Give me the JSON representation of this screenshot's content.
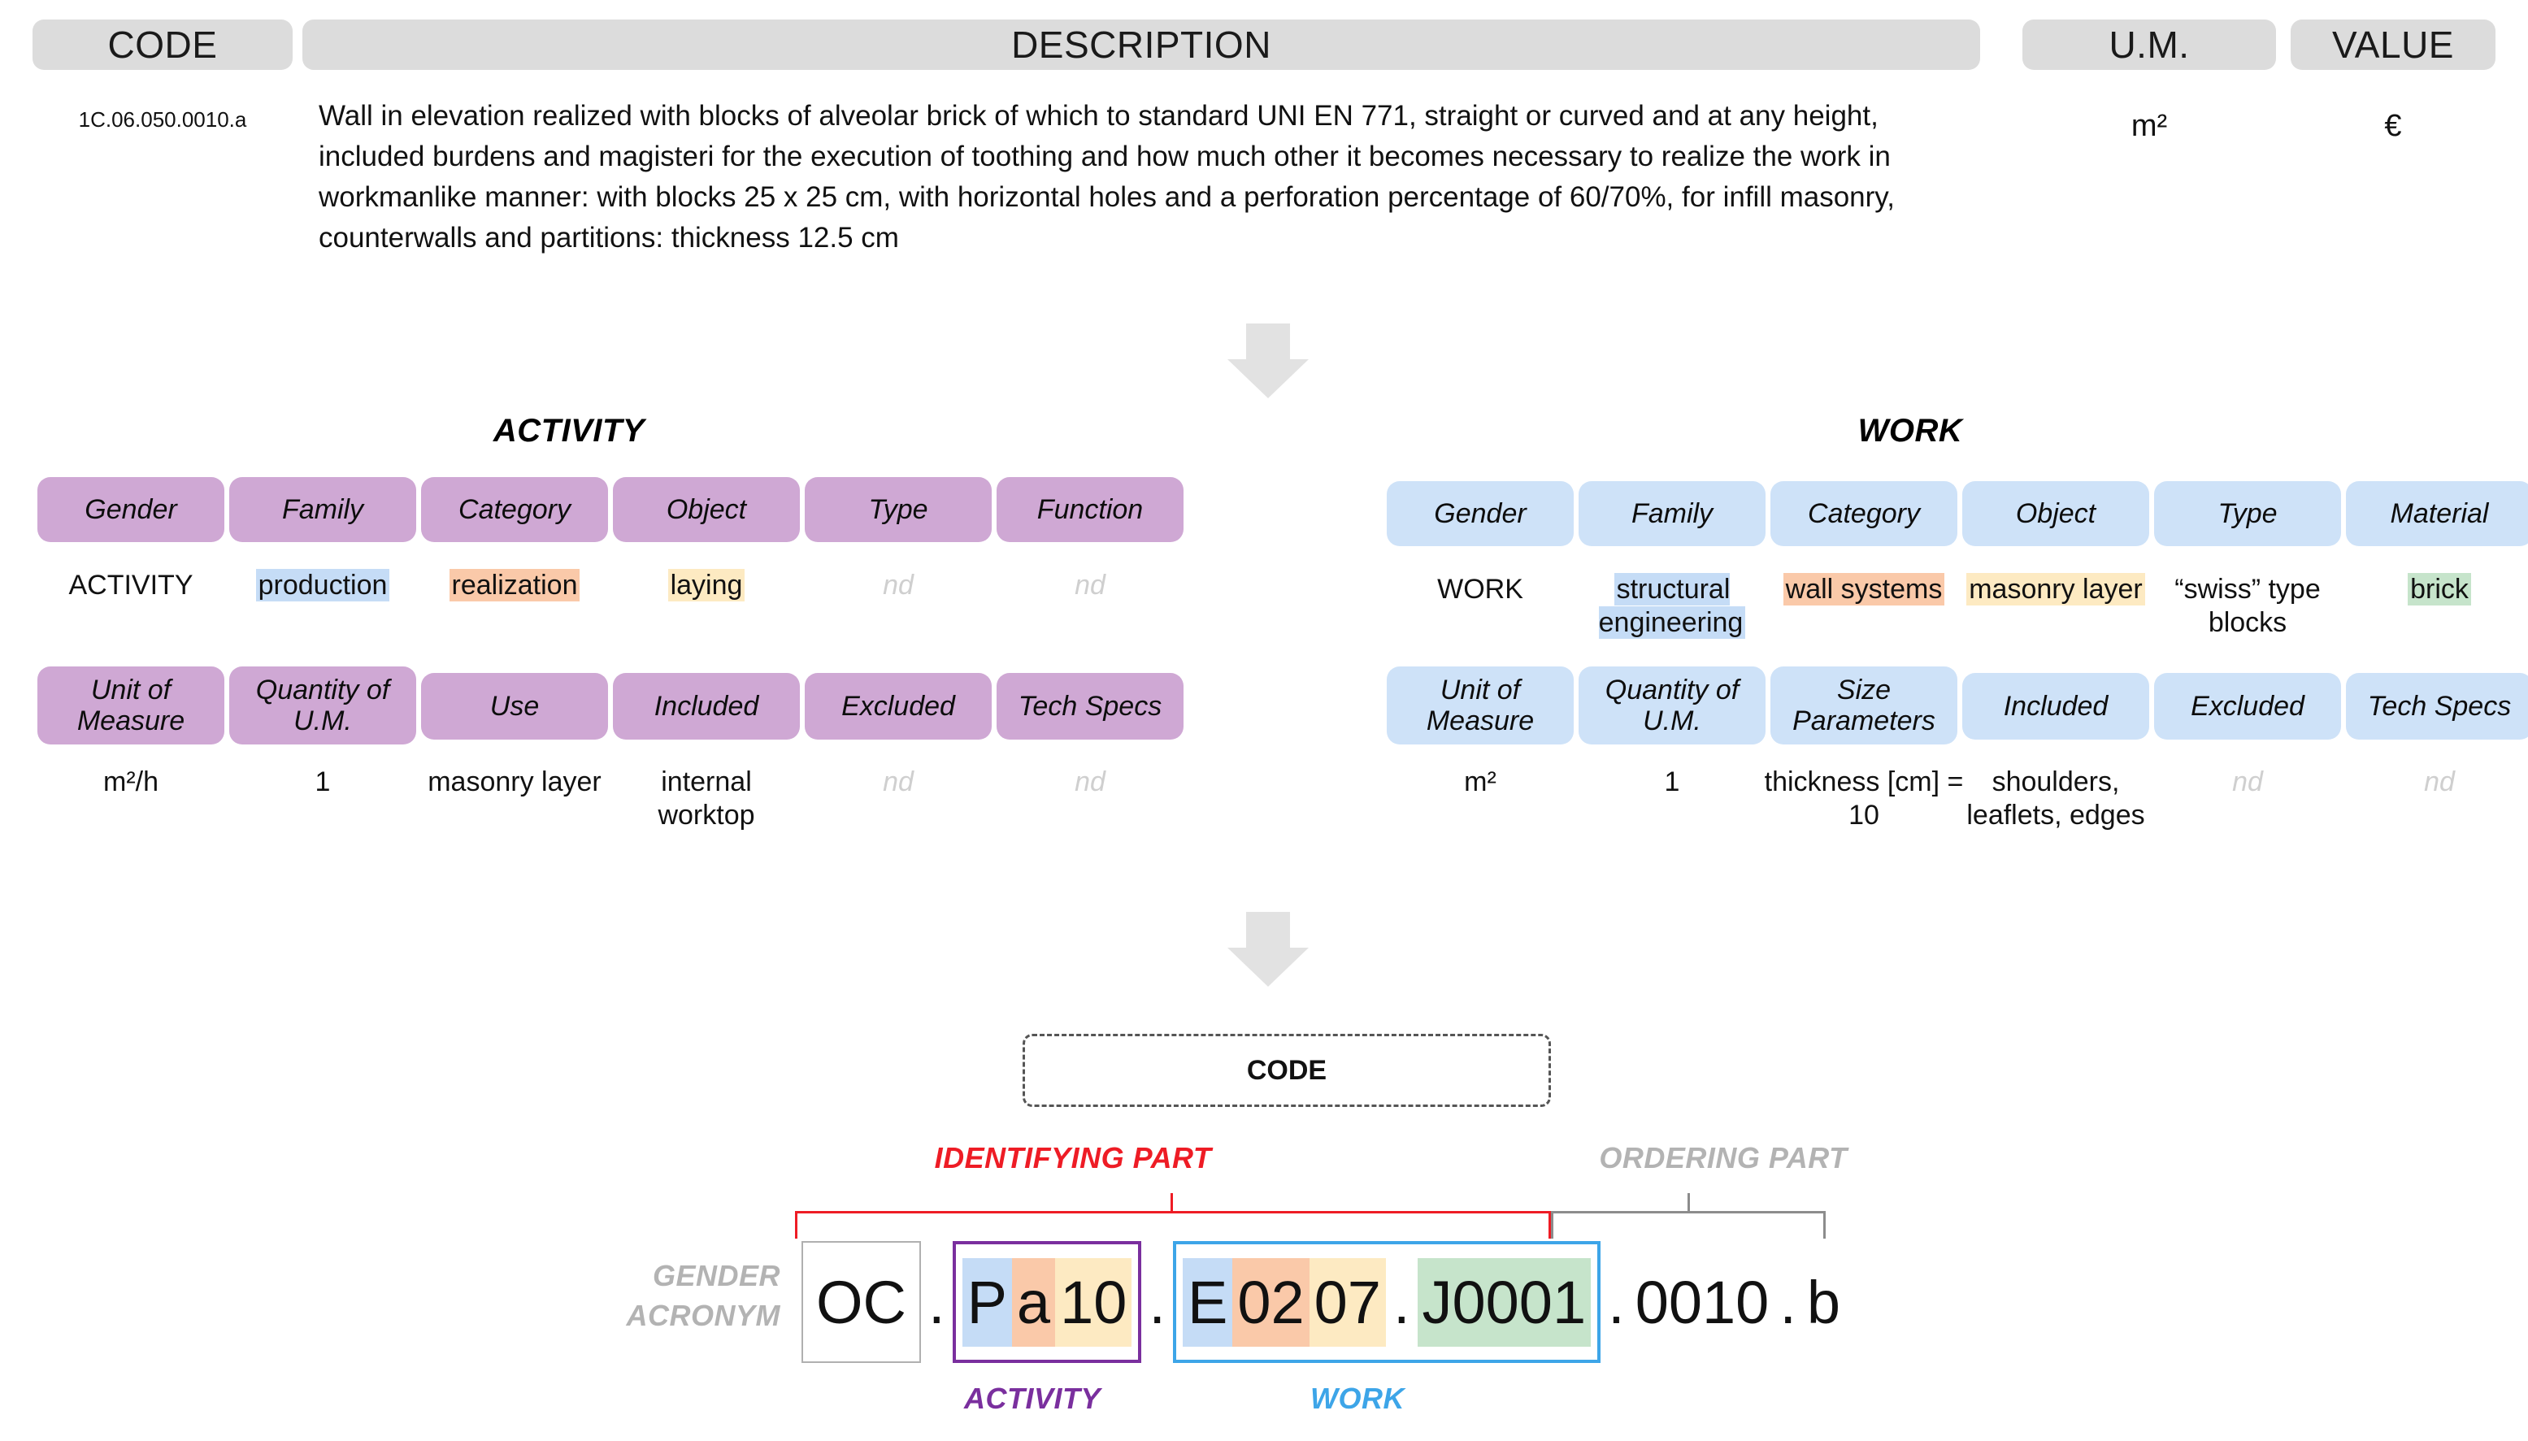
{
  "table": {
    "headers": {
      "code": "CODE",
      "description": "DESCRIPTION",
      "um": "U.M.",
      "value": "VALUE"
    },
    "row": {
      "code": "1C.06.050.0010.a",
      "description": "Wall in elevation realized with blocks of alveolar brick of which to standard UNI EN 771, straight or curved and at any height, included burdens and magisteri for the execution of toothing and how much other it becomes necessary to realize the work in workmanlike manner: with blocks 25 x 25 cm, with horizontal holes and a perforation percentage of 60/70%, for infill masonry, counterwalls and partitions: thickness 12.5 cm",
      "um": "m²",
      "value": "€"
    }
  },
  "activity": {
    "title": "ACTIVITY",
    "row1_headers": [
      "Gender",
      "Family",
      "Category",
      "Object",
      "Type",
      "Function"
    ],
    "row1_values": [
      "ACTIVITY",
      "production",
      "realization",
      "laying",
      "nd",
      "nd"
    ],
    "row2_headers": [
      "Unit of Measure",
      "Quantity of U.M.",
      "Use",
      "Included",
      "Excluded",
      "Tech Specs"
    ],
    "row2_values": [
      "m²/h",
      "1",
      "masonry layer",
      "internal worktop",
      "nd",
      "nd"
    ]
  },
  "work": {
    "title": "WORK",
    "row1_headers": [
      "Gender",
      "Family",
      "Category",
      "Object",
      "Type",
      "Material"
    ],
    "row1_values": [
      "WORK",
      "structural engineering",
      "wall systems",
      "masonry layer",
      "“swiss” type blocks",
      "brick"
    ],
    "row2_headers": [
      "Unit of Measure",
      "Quantity of U.M.",
      "Size Parameters",
      "Included",
      "Excluded",
      "Tech Specs"
    ],
    "row2_values": [
      "m²",
      "1",
      "thickness [cm] = 10",
      "shoulders, leaflets, edges",
      "nd",
      "nd"
    ]
  },
  "code_block": {
    "box_label": "CODE",
    "identifying_part": "IDENTIFYING PART",
    "ordering_part": "ORDERING PART",
    "gender_acronym_line1": "GENDER",
    "gender_acronym_line2": "ACRONYM",
    "activity_label": "ACTIVITY",
    "work_label": "WORK",
    "gender_segment": "OC",
    "activity_segments": [
      "P",
      "a",
      "10"
    ],
    "work_segments": [
      "E",
      "02",
      "07",
      "J0001"
    ],
    "ordering_segments": [
      "0010",
      "b"
    ],
    "separator": "."
  },
  "colors": {
    "activity_box": "#cfa8d4",
    "work_box": "#cee2f8",
    "header_pill": "#dcdcdc",
    "hl_blue": "#c5dcf6",
    "hl_orange": "#fac9a9",
    "hl_yellow": "#fdeac2",
    "hl_green": "#c6e4cb",
    "identifying": "#ee1c25",
    "ordering": "#b3b3b3",
    "activity_accent": "#7a2f9e",
    "work_accent": "#3da5e8",
    "arrow": "#e2e2e2"
  }
}
